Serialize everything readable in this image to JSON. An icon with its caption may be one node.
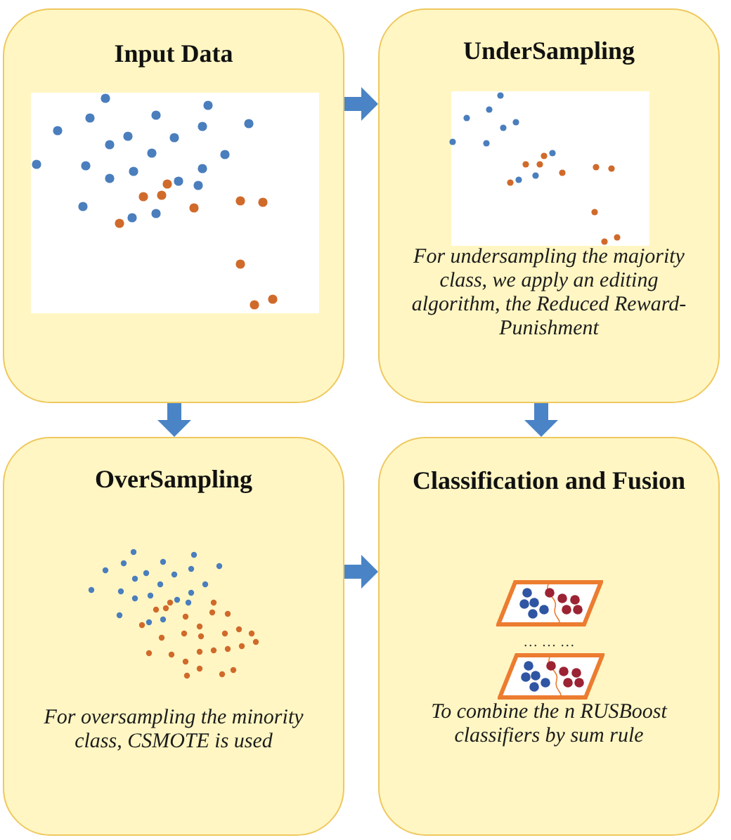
{
  "diagram": {
    "nodes": [
      {
        "text": [
          "Input Data"
        ]
      },
      {
        "text": [
          "UnderSampling",
          "For undersampling the majority class, we apply an editing algorithm, the Reduced Reward-Punishment"
        ]
      },
      {
        "text": [
          "OverSampling",
          "For oversampling the minority class, CSMOTE is used"
        ]
      },
      {
        "text": [
          "Classification and Fusion",
          "… … …",
          "To combine the n RUSBoost classifiers by sum rule"
        ]
      }
    ],
    "edges": [
      {
        "from": 0,
        "to": 1,
        "arrow": "to"
      },
      {
        "from": 0,
        "to": 2,
        "arrow": "to"
      },
      {
        "from": 1,
        "to": 3,
        "arrow": "to"
      },
      {
        "from": 2,
        "to": 3,
        "arrow": "to"
      }
    ]
  }
}
